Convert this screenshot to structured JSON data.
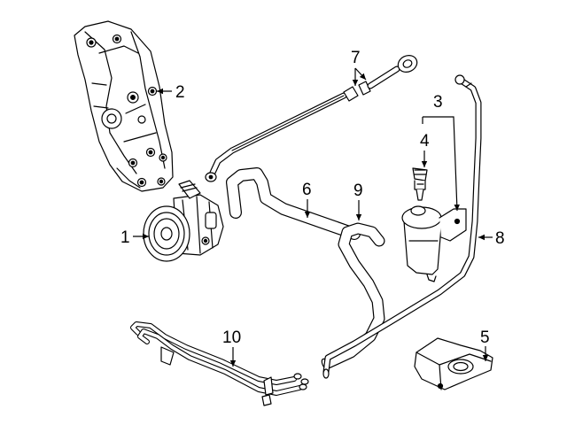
{
  "diagram": {
    "colors": {
      "line": "#000000",
      "fill": "#ffffff",
      "shade": "#e6e6e6",
      "background": "#ffffff"
    },
    "callouts": [
      {
        "id": "1",
        "label": "1",
        "part": "power-steering-pump"
      },
      {
        "id": "2",
        "label": "2",
        "part": "pump-mounting-bracket"
      },
      {
        "id": "3",
        "label": "3",
        "part": "reservoir-assembly"
      },
      {
        "id": "4",
        "label": "4",
        "part": "reservoir-cap"
      },
      {
        "id": "5",
        "label": "5",
        "part": "reservoir-cover"
      },
      {
        "id": "6",
        "label": "6",
        "part": "supply-hose"
      },
      {
        "id": "7",
        "label": "7",
        "part": "pressure-line"
      },
      {
        "id": "8",
        "label": "8",
        "part": "return-line"
      },
      {
        "id": "9",
        "label": "9",
        "part": "return-hose"
      },
      {
        "id": "10",
        "label": "10",
        "part": "cooler-lines"
      }
    ]
  }
}
